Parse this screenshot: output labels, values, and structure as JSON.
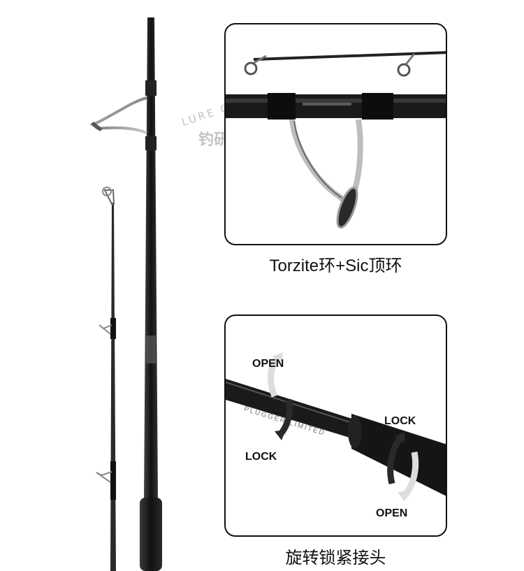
{
  "captions": {
    "guides": "Torzite环+Sic顶环",
    "joint": "旋转锁紧接头"
  },
  "watermark": {
    "brand_en": "LURE CO.",
    "brand_cn": "钓研社"
  },
  "joint_panel": {
    "open_top": "OPEN",
    "lock_top": "LOCK",
    "lock_right": "LOCK",
    "open_bottom": "OPEN",
    "rod_text": "PLUGGER LIMITED"
  },
  "colors": {
    "rod_blank": "#1a1a1a",
    "grip": "#222222",
    "guide_metal": "#9a9a9a",
    "panel_border": "#111111"
  }
}
